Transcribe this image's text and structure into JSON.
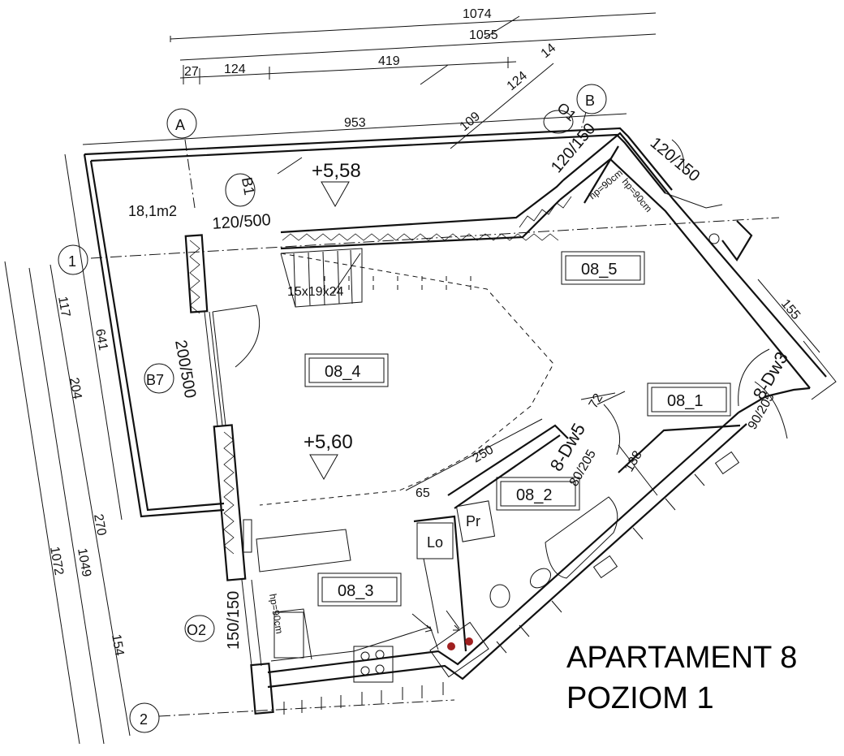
{
  "plan": {
    "title_line1": "APARTAMENT 8",
    "title_line2": "POZIOM 1",
    "rooms": [
      {
        "id": "08_5"
      },
      {
        "id": "08_4"
      },
      {
        "id": "08_1"
      },
      {
        "id": "08_2"
      },
      {
        "id": "08_3"
      }
    ],
    "grid_markers": {
      "a": "A",
      "b": "B",
      "one": "1",
      "two": "2"
    },
    "windows": {
      "b1": "B1",
      "b7": "B7",
      "o1": "O1",
      "o2": "O2"
    },
    "window_sizes": {
      "b1": "120/500",
      "b7": "200/500",
      "o1": "120/150",
      "o2": "150/150",
      "corner": "120/150"
    },
    "doors": {
      "dw5": "8-Dw5",
      "dw5_size": "80/205",
      "dw3": "8-Dw3",
      "dw3_size": "90/205"
    },
    "levels": {
      "upper": "+5,58",
      "lower": "+5,60"
    },
    "terrace_area": "18,1m2",
    "stairs": "15x19x24",
    "fixtures": {
      "lo": "Lo",
      "pr": "Pr"
    },
    "sill_heights": {
      "hp1": "hp=90cm",
      "hp2": "hp=90cm",
      "hp3": "hp=90cm"
    },
    "dimensions": {
      "top_1074": "1074",
      "top_1055": "1055",
      "top_27": "27",
      "top_124": "124",
      "top_419": "419",
      "top_14": "14",
      "diag_124": "124",
      "diag_109": "109",
      "top_953": "953",
      "left_117": "117",
      "left_641": "641",
      "left_204": "204",
      "left_270": "270",
      "left_1049": "1049",
      "left_1072": "1072",
      "left_154": "154",
      "in_250": "250",
      "in_65": "65",
      "in_72": "72",
      "in_138": "138",
      "in_155": "155"
    }
  }
}
